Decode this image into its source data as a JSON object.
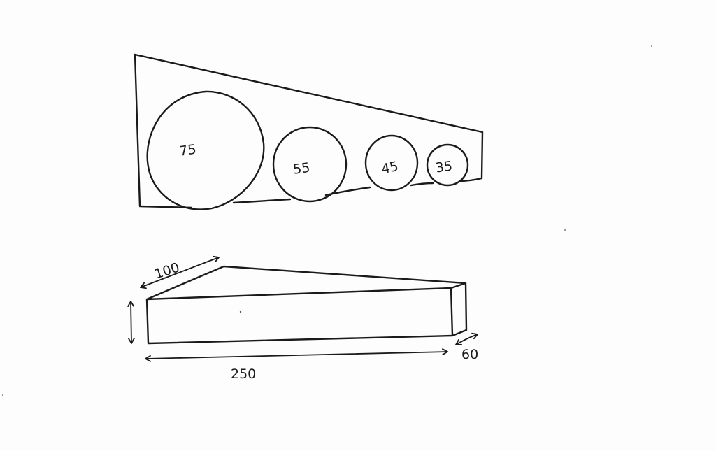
{
  "top_view": {
    "hole_labels": [
      "75",
      "55",
      "45",
      "35"
    ]
  },
  "side_view": {
    "depth_label": "100",
    "length_label": "250",
    "end_width_label": "60"
  },
  "colors": {
    "ink": "#1a1a1a",
    "paper": "#fdfdfd"
  }
}
